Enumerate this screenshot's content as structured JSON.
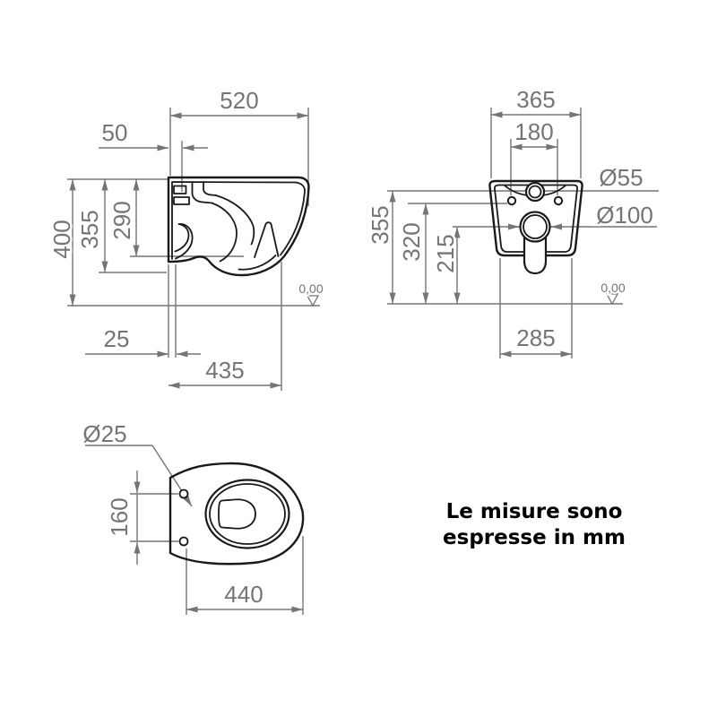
{
  "note": {
    "line1": "Le misure sono",
    "line2": "espresse in mm"
  },
  "units": "mm",
  "colors": {
    "drawing_outline": "#1a1a1a",
    "dimension_lines": "#757575",
    "background": "#ffffff"
  },
  "views": {
    "side": {
      "title": "side section view",
      "dims": {
        "total_depth": "520",
        "inlet_offset": "50",
        "total_height": "400",
        "body_height": "355",
        "rim_bottom_height": "290",
        "outlet_offset": "25",
        "front_depth": "435",
        "floor_datum": "0,00"
      }
    },
    "front": {
      "title": "front view",
      "dims": {
        "top_width": "365",
        "bolt_spacing": "180",
        "inlet_diameter": "Ø55",
        "outlet_diameter": "Ø100",
        "inlet_height": "355",
        "bolt_height": "320",
        "outlet_height": "215",
        "bottom_width": "285",
        "floor_datum": "0,00"
      }
    },
    "top": {
      "title": "top view",
      "dims": {
        "bolt_hole_diameter": "Ø25",
        "bolt_spacing": "160",
        "bowl_length": "440"
      }
    }
  }
}
